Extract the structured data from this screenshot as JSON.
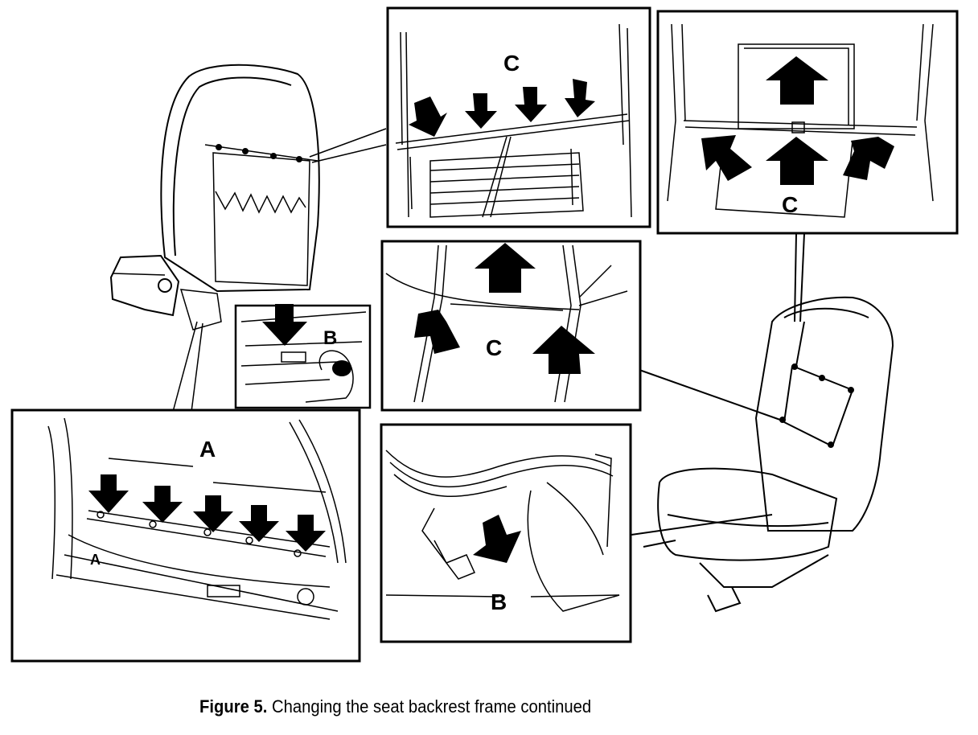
{
  "figure": {
    "number": "Figure 5.",
    "caption": "Changing the seat backrest frame continued"
  },
  "panels": [
    {
      "id": "A",
      "label": "A"
    },
    {
      "id": "B-small",
      "label": "B"
    },
    {
      "id": "B-large",
      "label": "B"
    },
    {
      "id": "C-top",
      "label": "C"
    },
    {
      "id": "C-middle",
      "label": "C"
    },
    {
      "id": "C-right",
      "label": "C"
    }
  ]
}
